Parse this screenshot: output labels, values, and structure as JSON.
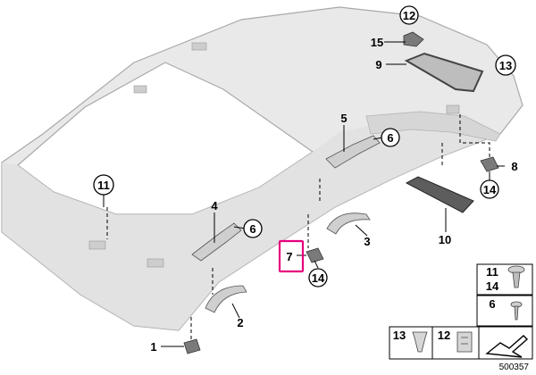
{
  "callouts": {
    "c1": "1",
    "c2": "2",
    "c3": "3",
    "c4": "4",
    "c5": "5",
    "c6a": "6",
    "c6b": "6",
    "c7": "7",
    "c8": "8",
    "c9": "9",
    "c10": "10",
    "c11": "11",
    "c12": "12",
    "c13": "13",
    "c14a": "14",
    "c14b": "14",
    "c15": "15"
  },
  "legend": {
    "r1": [
      "11",
      "14"
    ],
    "r2": "6",
    "r3": [
      "13",
      "12"
    ]
  },
  "doc_number": "500357",
  "highlight_color": "#e6007e"
}
